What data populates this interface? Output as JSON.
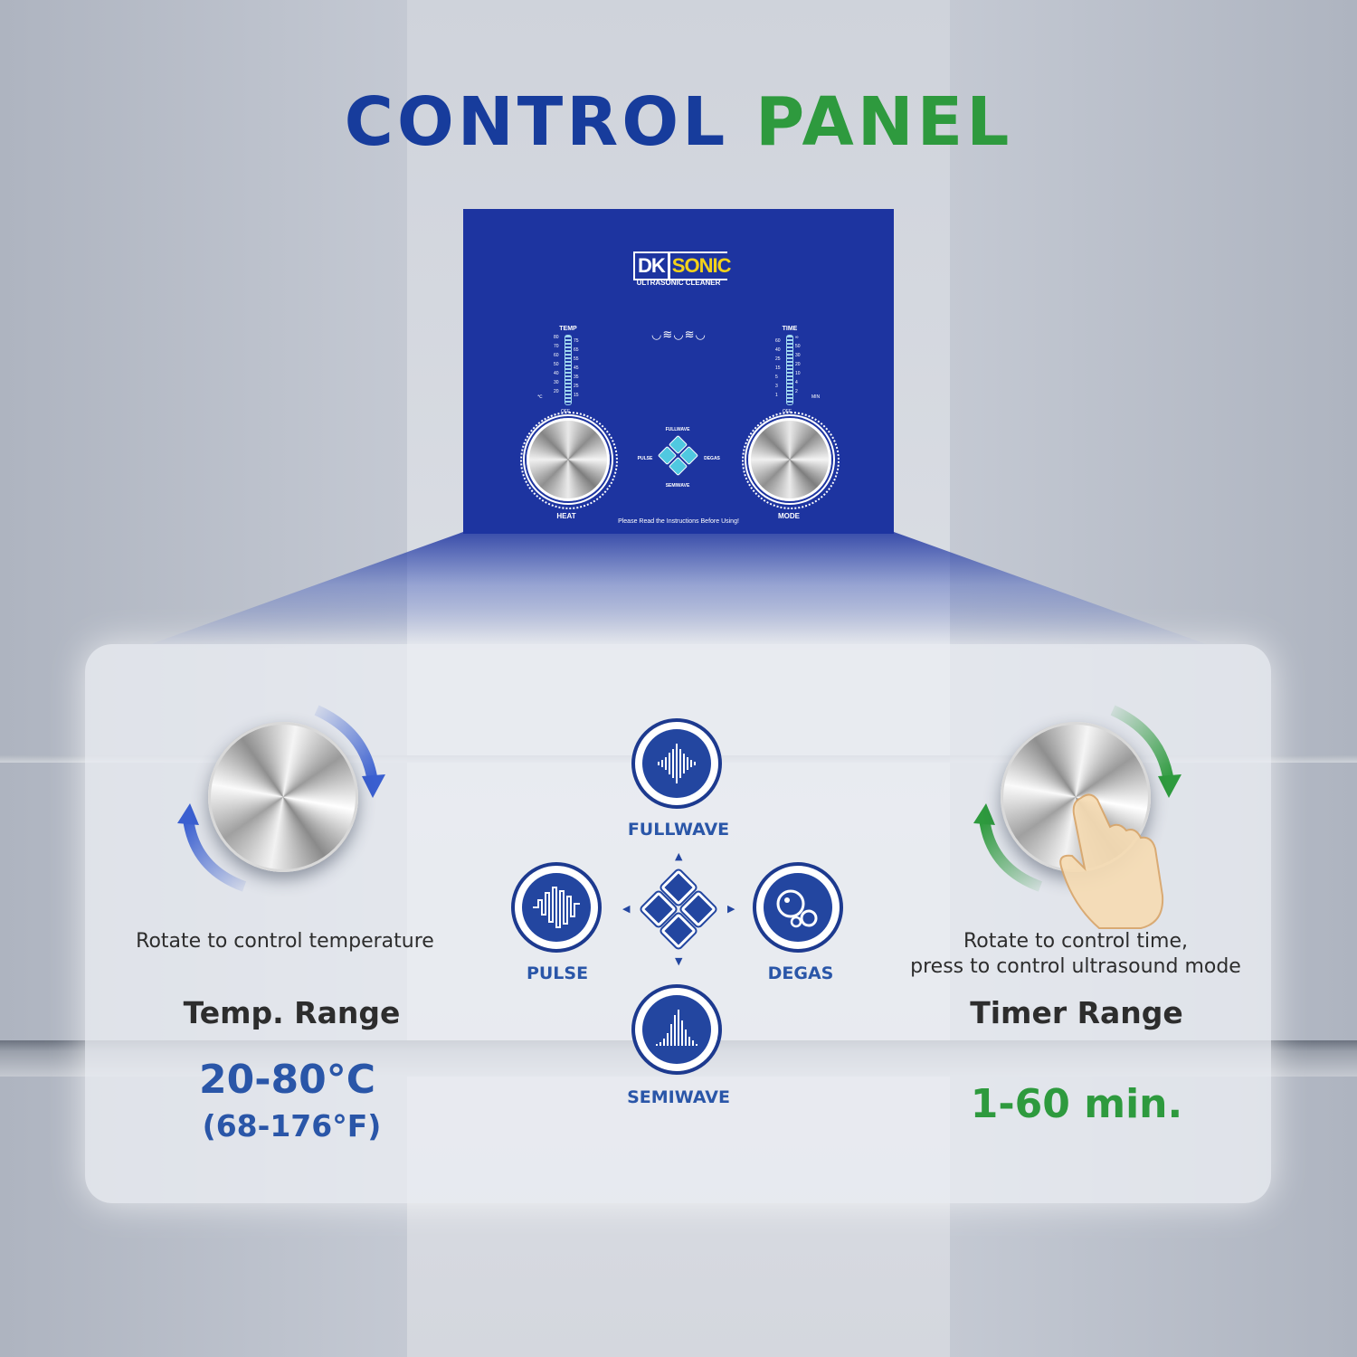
{
  "title": {
    "part1": "CONTROL",
    "part2": "PANEL"
  },
  "colors": {
    "brand_blue": "#173c9c",
    "brand_green": "#2e9a3e",
    "panel_blue": "#1d34a0",
    "accent_blue": "#2a56a8"
  },
  "device_panel": {
    "logo_dk": "DK",
    "logo_sonic": "SONIC",
    "logo_subtitle": "ULTRASONIC CLEANER",
    "temp_label": "TEMP",
    "temp_left_ticks": [
      "80",
      "70",
      "60",
      "50",
      "40",
      "30",
      "20"
    ],
    "temp_right_ticks": [
      "75",
      "65",
      "55",
      "45",
      "35",
      "25",
      "15"
    ],
    "temp_unit": "℃",
    "time_label": "TIME",
    "time_left_ticks": [
      "60",
      "40",
      "25",
      "15",
      "5",
      "3",
      "1"
    ],
    "time_right_ticks": [
      "∞",
      "50",
      "30",
      "20",
      "10",
      "4",
      "2"
    ],
    "time_unit": "MIN",
    "off_label": "OFF",
    "heat_label": "HEAT",
    "mode_label": "MODE",
    "mini_fullwave": "FULLWAVE",
    "mini_pulse": "PULSE",
    "mini_degas": "DEGAS",
    "mini_semiwave": "SEMIWAVE",
    "notice": "Please Read the Instructions Before Using!"
  },
  "left": {
    "description": "Rotate to control temperature",
    "range_heading": "Temp. Range",
    "range_celsius": "20-80°C",
    "range_fahrenheit": "(68-176°F)"
  },
  "modes": {
    "fullwave": "FULLWAVE",
    "pulse": "PULSE",
    "degas": "DEGAS",
    "semiwave": "SEMIWAVE"
  },
  "right": {
    "description_line1": "Rotate to control time,",
    "description_line2": "press to control ultrasound mode",
    "range_heading": "Timer Range",
    "range_value": "1-60 min."
  }
}
